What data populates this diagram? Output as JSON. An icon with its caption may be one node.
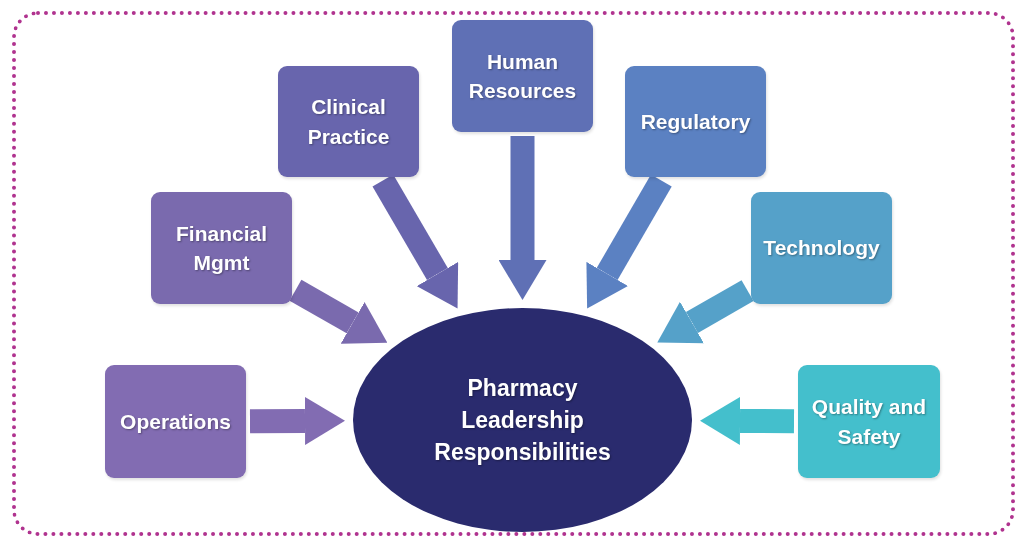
{
  "diagram": {
    "nodes": [
      {
        "text": [
          "Operations"
        ]
      },
      {
        "text": [
          "Financial Mgmt"
        ]
      },
      {
        "text": [
          "Clinical Practice"
        ]
      },
      {
        "text": [
          "Human Resources"
        ]
      },
      {
        "text": [
          "Regulatory"
        ]
      },
      {
        "text": [
          "Technology"
        ]
      },
      {
        "text": [
          "Quality and Safety"
        ]
      },
      {
        "text": [
          "Pharmacy Leadership Responsibilities"
        ]
      }
    ],
    "edges": [
      {
        "from": 0,
        "to": 7,
        "arrow": "to",
        "color": "#826cb2"
      },
      {
        "from": 1,
        "to": 7,
        "arrow": "to",
        "color": "#7a6aae"
      },
      {
        "from": 2,
        "to": 7,
        "arrow": "to",
        "color": "#6865ad"
      },
      {
        "from": 3,
        "to": 7,
        "arrow": "to",
        "color": "#5f70b5"
      },
      {
        "from": 4,
        "to": 7,
        "arrow": "to",
        "color": "#5b81c2"
      },
      {
        "from": 5,
        "to": 7,
        "arrow": "to",
        "color": "#55a1c9"
      },
      {
        "from": 6,
        "to": 7,
        "arrow": "to",
        "color": "#44bfcc"
      }
    ]
  }
}
